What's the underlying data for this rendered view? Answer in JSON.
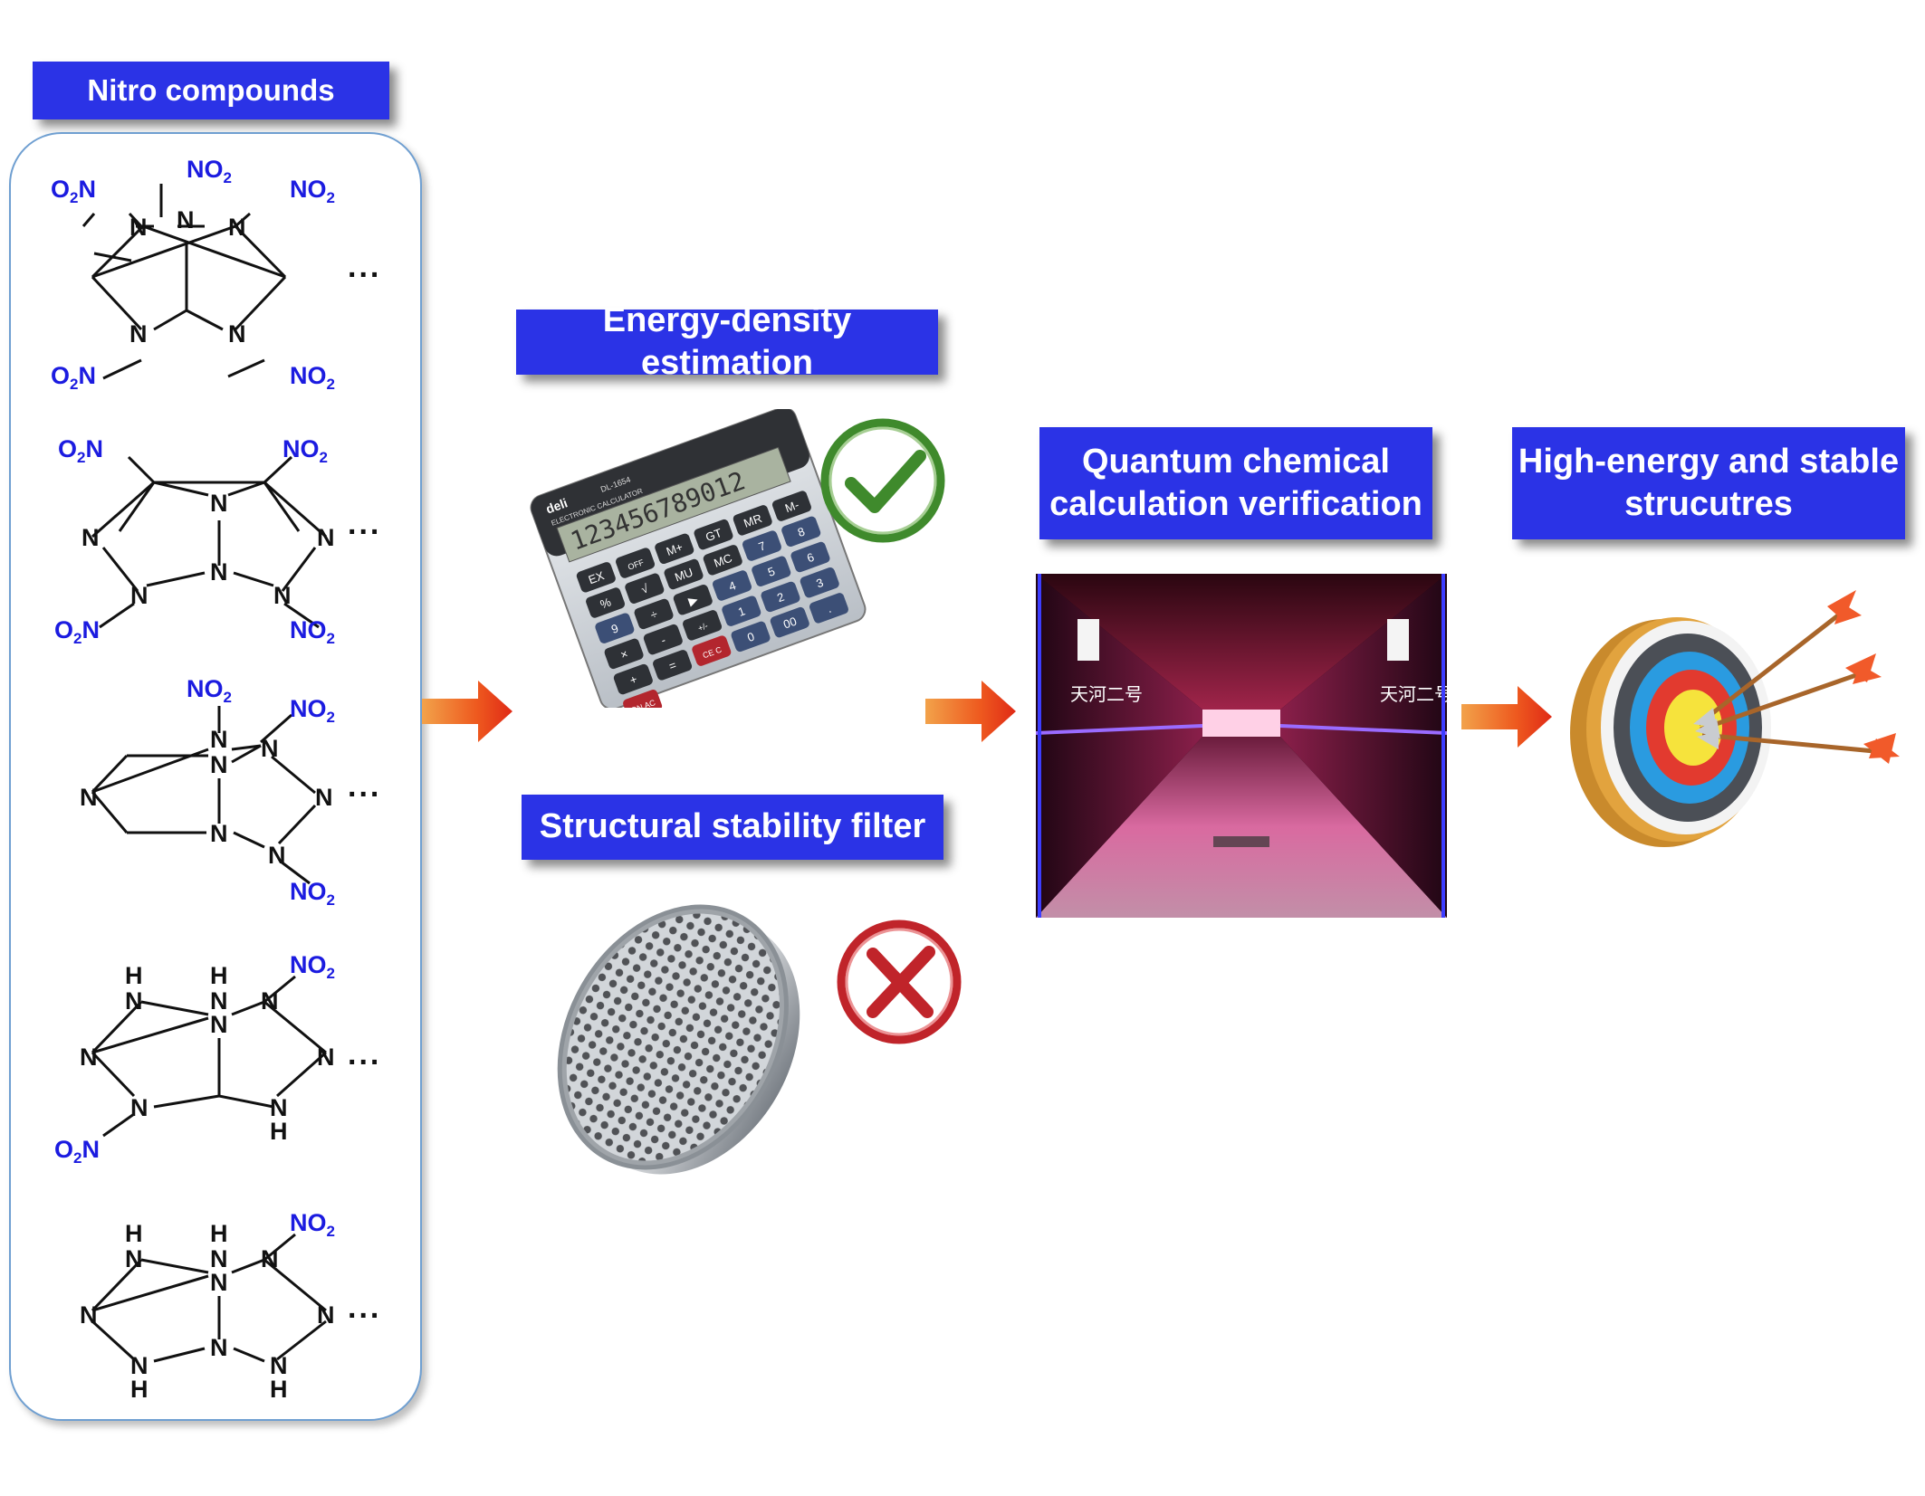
{
  "labels": {
    "nitro": "Nitro compounds",
    "energy": "Energy-density estimation",
    "stability": "Structural stability filter",
    "quantum_line1": "Quantum chemical",
    "quantum_line2": "calculation verification",
    "result_line1": "High-energy and stable",
    "result_line2": "strucutres"
  },
  "ellipsis": "...",
  "calculator": {
    "brand": "deli",
    "model": "DL-1654",
    "subtitle": "ELECTRONIC CALCULATOR",
    "display": "123456789012",
    "keys": [
      "EX",
      "OFF",
      "M+",
      "GT",
      "MR",
      "M-",
      "%",
      "√",
      "MU",
      "MC",
      "7",
      "8",
      "9",
      "÷",
      "▶",
      "4",
      "5",
      "6",
      "×",
      "-",
      "+/-",
      "1",
      "2",
      "3",
      "+",
      "=",
      "CE C",
      "0",
      "00",
      ".",
      "ON AC"
    ]
  },
  "supercomputer": {
    "sign": "天河二号"
  },
  "chem": {
    "N": "N",
    "H": "H",
    "NH": "NH",
    "NO2": "NO",
    "O2N": "O",
    "sub2": "2",
    "N_tail": "N"
  },
  "colors": {
    "label_bg": "#2b33e6",
    "nitro_blue": "#1b1be0",
    "arrow": "#e8401c",
    "check": "#3f8a2c",
    "cross": "#c0242a"
  },
  "icons": [
    "calculator-icon",
    "check-icon",
    "sieve-icon",
    "cross-icon",
    "target-icon",
    "supercomputer-photo"
  ]
}
